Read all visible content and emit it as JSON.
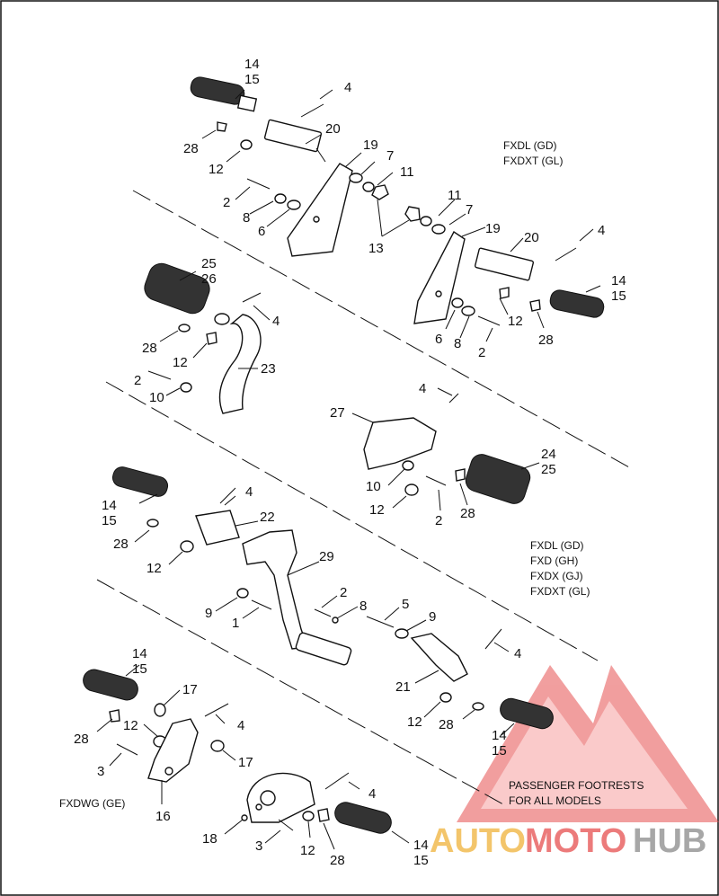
{
  "model_groups": [
    {
      "lines": [
        "FXDL (GD)",
        "FXDXT (GL)"
      ]
    },
    {
      "lines": [
        "FXDL (GD)",
        "FXD (GH)",
        "FXDX (GJ)",
        "FXDXT (GL)"
      ]
    },
    {
      "lines": [
        "FXDWG (GE)"
      ]
    }
  ],
  "passenger_note": [
    "PASSENGER FOOTRESTS",
    "FOR ALL MODELS"
  ],
  "watermark": {
    "part1": "AUTO",
    "part2": "MOTO",
    "part3": "HUB",
    "color_orange": "#f0b23a",
    "color_red": "#e65050",
    "color_gray": "#8a8a8a"
  },
  "callouts": [
    "14",
    "15",
    "4",
    "20",
    "28",
    "12",
    "19",
    "7",
    "11",
    "2",
    "8",
    "6",
    "13",
    "11",
    "7",
    "19",
    "20",
    "4",
    "14",
    "15",
    "12",
    "6",
    "8",
    "2",
    "28",
    "25",
    "26",
    "4",
    "28",
    "12",
    "23",
    "2",
    "10",
    "4",
    "27",
    "24",
    "25",
    "10",
    "12",
    "2",
    "28",
    "14",
    "15",
    "4",
    "22",
    "28",
    "12",
    "29",
    "9",
    "1",
    "2",
    "8",
    "5",
    "9",
    "4",
    "21",
    "12",
    "28",
    "14",
    "15",
    "14",
    "15",
    "17",
    "28",
    "12",
    "4",
    "3",
    "17",
    "16",
    "4",
    "18",
    "3",
    "12",
    "28",
    "14",
    "15"
  ]
}
